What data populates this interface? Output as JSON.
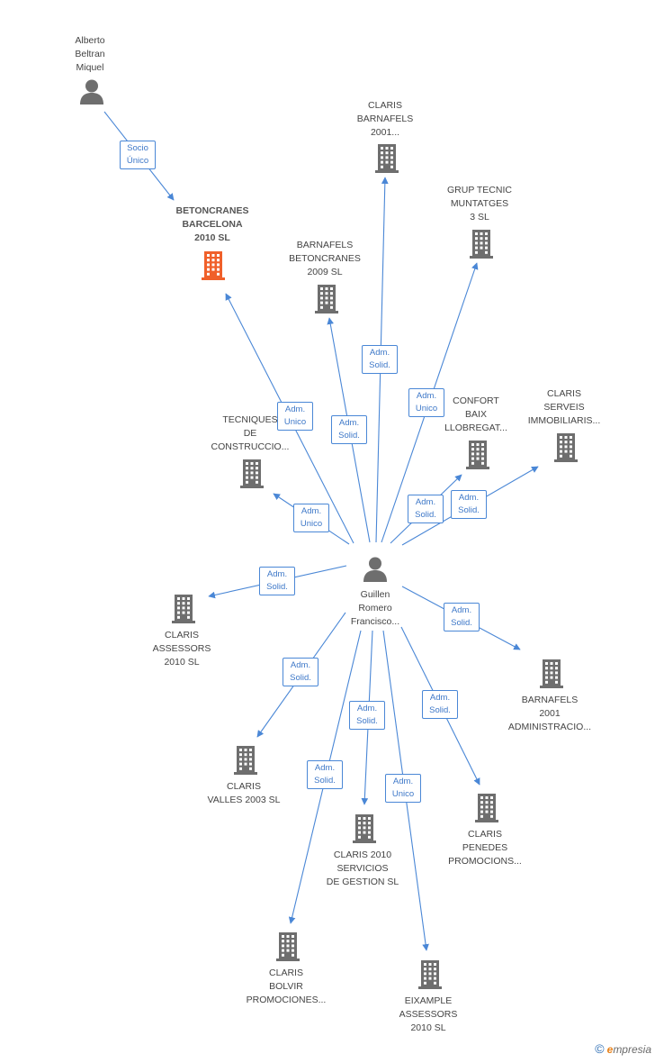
{
  "colors": {
    "edge": "#4a87d6",
    "company": "#6e6e6e",
    "focus_company": "#f0602a",
    "person": "#6e6e6e"
  },
  "nodes": [
    {
      "id": "alberto",
      "type": "person",
      "label": "Alberto\nBeltran\nMiquel"
    },
    {
      "id": "betoncranes",
      "type": "company",
      "focus": true,
      "label": "BETONCRANES\nBARCELONA\n2010 SL"
    },
    {
      "id": "guillen",
      "type": "person",
      "label": "Guillen\nRomero\nFrancisco..."
    },
    {
      "id": "claris_barnafels",
      "type": "company",
      "label": "CLARIS\nBARNAFELS\n2001..."
    },
    {
      "id": "grup_tecnic",
      "type": "company",
      "label": "GRUP TECNIC\nMUNTATGES\n3 SL"
    },
    {
      "id": "barnafels_beton",
      "type": "company",
      "label": "BARNAFELS\nBETONCRANES\n2009 SL"
    },
    {
      "id": "tecniques",
      "type": "company",
      "label": "TECNIQUES\nDE\nCONSTRUCCIO..."
    },
    {
      "id": "confort",
      "type": "company",
      "label": "CONFORT\nBAIX\nLLOBREGAT..."
    },
    {
      "id": "claris_serveis",
      "type": "company",
      "label": "CLARIS\nSERVEIS\nIMMOBILIARIS..."
    },
    {
      "id": "claris_assessors",
      "type": "company",
      "label": "CLARIS\nASSESSORS\n2010 SL"
    },
    {
      "id": "barnafels_admin",
      "type": "company",
      "label": "BARNAFELS\n2001\nADMINISTRACIO..."
    },
    {
      "id": "claris_valles",
      "type": "company",
      "label": "CLARIS\nVALLES 2003 SL"
    },
    {
      "id": "claris_penedes",
      "type": "company",
      "label": "CLARIS\nPENEDES\nPROMOCIONS..."
    },
    {
      "id": "claris_2010",
      "type": "company",
      "label": "CLARIS 2010\nSERVICIOS\nDE GESTION SL"
    },
    {
      "id": "claris_bolvir",
      "type": "company",
      "label": "CLARIS\nBOLVIR\nPROMOCIONES..."
    },
    {
      "id": "eixample",
      "type": "company",
      "label": "EIXAMPLE\nASSESSORS\n2010 SL"
    }
  ],
  "edges": [
    {
      "from": "alberto",
      "to": "betoncranes",
      "label": "Socio\nÚnico"
    },
    {
      "from": "guillen",
      "to": "betoncranes",
      "label": "Adm.\nUnico"
    },
    {
      "from": "guillen",
      "to": "claris_barnafels",
      "label": "Adm.\nSolid."
    },
    {
      "from": "guillen",
      "to": "grup_tecnic",
      "label": "Adm.\nUnico"
    },
    {
      "from": "guillen",
      "to": "barnafels_beton",
      "label": "Adm.\nSolid."
    },
    {
      "from": "guillen",
      "to": "tecniques",
      "label": "Adm.\nUnico"
    },
    {
      "from": "guillen",
      "to": "confort",
      "label": "Adm.\nSolid."
    },
    {
      "from": "guillen",
      "to": "claris_serveis",
      "label": "Adm.\nSolid."
    },
    {
      "from": "guillen",
      "to": "claris_assessors",
      "label": "Adm.\nSolid."
    },
    {
      "from": "guillen",
      "to": "barnafels_admin",
      "label": "Adm.\nSolid."
    },
    {
      "from": "guillen",
      "to": "claris_valles",
      "label": "Adm.\nSolid."
    },
    {
      "from": "guillen",
      "to": "claris_penedes",
      "label": "Adm.\nSolid."
    },
    {
      "from": "guillen",
      "to": "claris_2010",
      "label": "Adm.\nSolid."
    },
    {
      "from": "guillen",
      "to": "claris_bolvir",
      "label": "Adm.\nSolid."
    },
    {
      "from": "guillen",
      "to": "eixample",
      "label": "Adm.\nUnico"
    }
  ],
  "footer": {
    "copyright": "©",
    "brand_e": "e",
    "brand_rest": "mpresia"
  }
}
